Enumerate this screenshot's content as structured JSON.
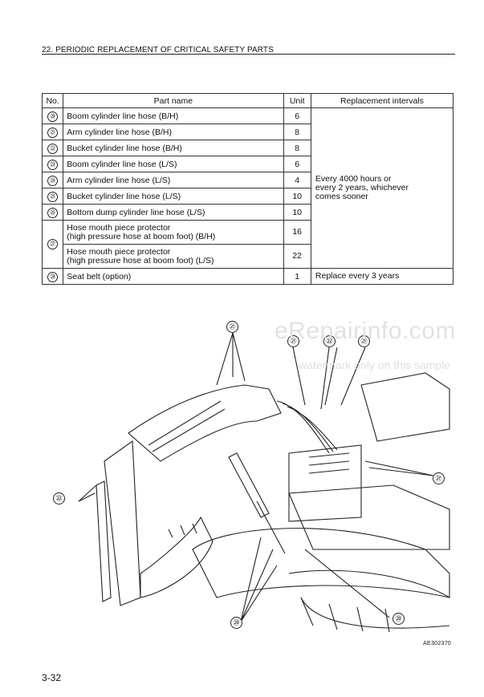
{
  "header": {
    "title": "22. PERIODIC REPLACEMENT OF CRITICAL SAFETY PARTS"
  },
  "table": {
    "columns": [
      "No.",
      "Part name",
      "Unit",
      "Replacement intervals"
    ],
    "rows": [
      {
        "no": "⑳",
        "name": "Boom cylinder line hose (B/H)",
        "unit": "6"
      },
      {
        "no": "㉑",
        "name": "Arm cylinder line hose (B/H)",
        "unit": "8"
      },
      {
        "no": "㉒",
        "name": "Bucket cylinder line hose (B/H)",
        "unit": "8"
      },
      {
        "no": "㉓",
        "name": "Boom cylinder line hose (L/S)",
        "unit": "6"
      },
      {
        "no": "㉔",
        "name": "Arm cylinder line hose (L/S)",
        "unit": "4"
      },
      {
        "no": "㉕",
        "name": "Bucket cylinder line hose (L/S)",
        "unit": "10"
      },
      {
        "no": "㉖",
        "name": "Bottom dump cylinder line hose (L/S)",
        "unit": "10"
      },
      {
        "no": "㉗",
        "name_line1": "Hose mouth piece protector",
        "name_line2": "(high pressure hose at boom foot) (B/H)",
        "unit": "16"
      },
      {
        "no": "",
        "name_line1": "Hose mouth piece protector",
        "name_line2": "(high pressure hose at boom foot) (L/S)",
        "unit": "22"
      },
      {
        "no": "㉘",
        "name": "Seat belt (option)",
        "unit": "1"
      }
    ],
    "interval_main": [
      "Every 4000 hours or",
      "every 2 years, whichever",
      "comes sooner"
    ],
    "interval_seat_belt": "Replace every 3 years"
  },
  "figure": {
    "watermark_site": "eRepairinfo.com",
    "watermark_note": "watermark only on this sample",
    "labels": [
      "㉑",
      "㉑",
      "㉒",
      "㉑",
      "㉒",
      "㉗",
      "⑳",
      "⑳"
    ],
    "code": "AE302370"
  },
  "footer": {
    "page_number": "3-32"
  }
}
